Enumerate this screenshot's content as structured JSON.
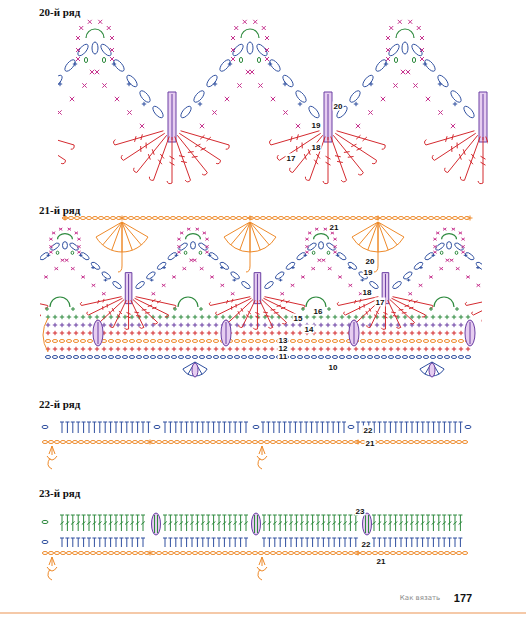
{
  "diagram": {
    "labels": [
      "20-й ряд",
      "20",
      "19",
      "18",
      "17",
      "21-й ряд",
      "21",
      "20",
      "19",
      "18",
      "17",
      "16",
      "15",
      "14",
      "13",
      "12",
      "11",
      "10",
      "22-й ряд",
      "22",
      "21",
      "23-й ряд",
      "23",
      "22",
      "21",
      "Как вязать",
      "177"
    ]
  }
}
